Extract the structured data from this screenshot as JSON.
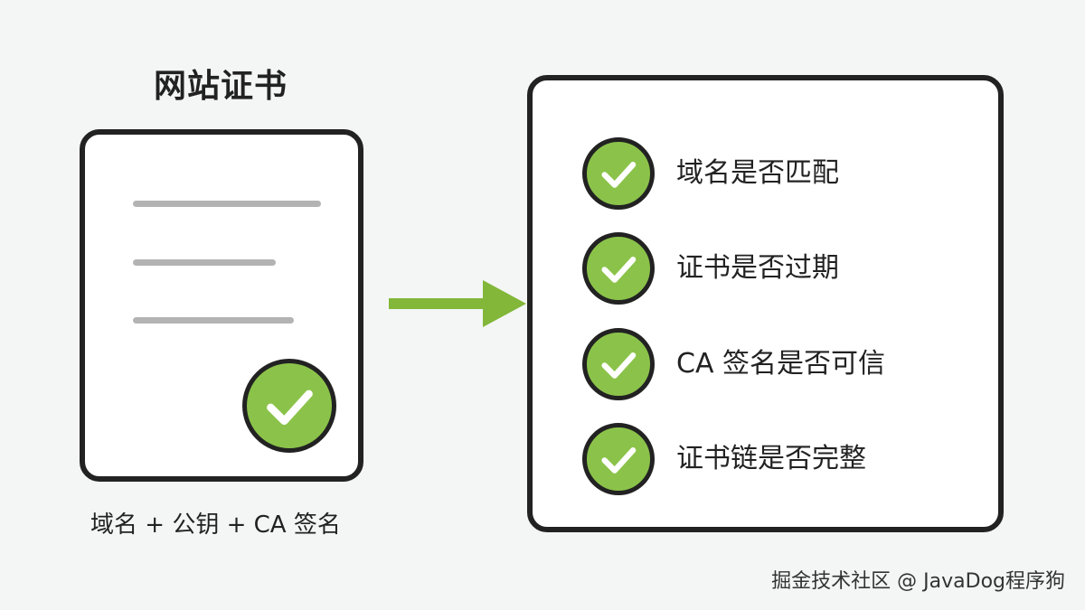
{
  "title": "网站证书",
  "caption": "域名 + 公钥 + CA 签名",
  "checks": [
    {
      "label": "域名是否匹配"
    },
    {
      "label": "证书是否过期"
    },
    {
      "label": "CA 签名是否可信"
    },
    {
      "label": "证书链是否完整"
    }
  ],
  "watermark": "掘金技术社区 @ JavaDog程序狗",
  "colors": {
    "check_green": "#8bc34a",
    "arrow_green": "#82b73a",
    "outline": "#222222",
    "placeholder_line": "#b3b3b3",
    "background": "#f4f6f5"
  },
  "icons": {
    "check": "check-icon",
    "arrow": "arrow-right-icon"
  }
}
